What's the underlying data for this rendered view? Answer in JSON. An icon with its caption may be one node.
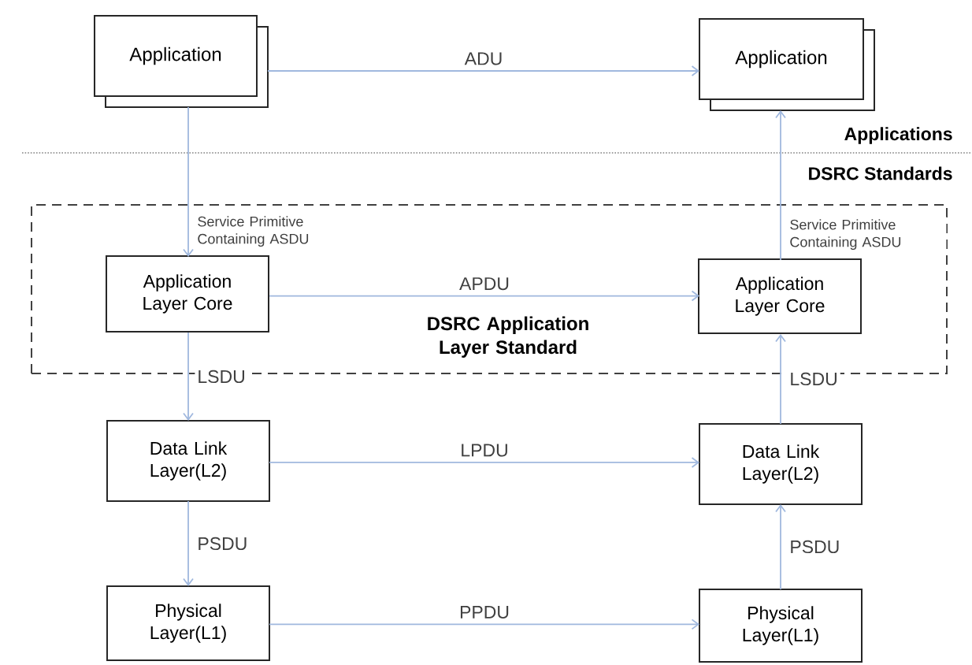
{
  "diagram": {
    "nodes": [
      {
        "text": [
          "Application"
        ]
      },
      {
        "text": [
          "Application"
        ]
      },
      {
        "text": [
          "DSRC Application Layer Standard"
        ]
      },
      {
        "text": [
          "Application Layer Core"
        ],
        "in": 2
      },
      {
        "text": [
          "Application Layer Core"
        ],
        "in": 2
      },
      {
        "text": [
          "Data Link Layer(L2)"
        ]
      },
      {
        "text": [
          "Data Link Layer(L2)"
        ]
      },
      {
        "text": [
          "Physical Layer(L1)"
        ]
      },
      {
        "text": [
          "Physical Layer(L1)"
        ]
      }
    ],
    "edges": [
      {
        "from": 0,
        "to": 1,
        "arrow": "to",
        "label": "ADU"
      },
      {
        "from": 0,
        "to": 3,
        "arrow": "to",
        "label": "Service Primitive Containing ASDU"
      },
      {
        "from": 3,
        "to": 4,
        "arrow": "to",
        "label": "APDU"
      },
      {
        "from": 4,
        "to": 1,
        "arrow": "to",
        "label": "Service Primitive Containing ASDU"
      },
      {
        "from": 3,
        "to": 5,
        "arrow": "to",
        "label": "LSDU"
      },
      {
        "from": 6,
        "to": 4,
        "arrow": "to",
        "label": "LSDU"
      },
      {
        "from": 5,
        "to": 6,
        "arrow": "to",
        "label": "LPDU"
      },
      {
        "from": 5,
        "to": 7,
        "arrow": "to",
        "label": "PSDU"
      },
      {
        "from": 7,
        "to": 8,
        "arrow": "to",
        "label": "PPDU"
      },
      {
        "from": 8,
        "to": 6,
        "arrow": "to",
        "label": "PSDU"
      }
    ],
    "labels": [
      "Applications",
      "DSRC Standards"
    ]
  }
}
